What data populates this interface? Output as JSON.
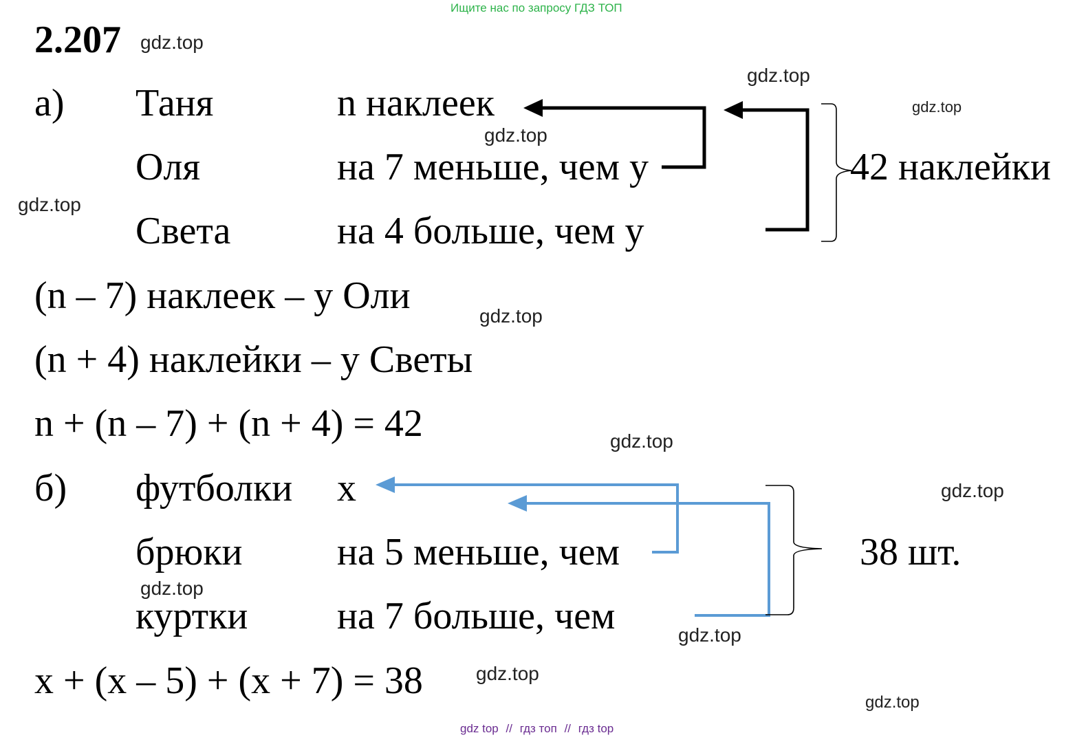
{
  "header": {
    "note": "Ищите нас по запросу ГДЗ ТОП",
    "note_color": "#2db34a"
  },
  "problem": {
    "number": "2.207"
  },
  "part_a": {
    "label": "а)",
    "rows": [
      {
        "name": "Таня",
        "text": "n наклеек"
      },
      {
        "name": "Оля",
        "text": "на 7 меньше, чем у"
      },
      {
        "name": "Света",
        "text": "на 4 больше, чем у"
      }
    ],
    "total": "42 наклейки",
    "lines": [
      "(n – 7) наклеек – у Оли",
      "(n + 4) наклейки – у Светы",
      "n + (n – 7) + (n + 4) = 42"
    ],
    "arrow_color": "#000000"
  },
  "part_b": {
    "label": "б)",
    "rows": [
      {
        "name": "футболки",
        "text": "x"
      },
      {
        "name": "брюки",
        "text": "на 5 меньше, чем"
      },
      {
        "name": "куртки",
        "text": "на 7 больше, чем"
      }
    ],
    "total": "38 шт.",
    "equation": "x + (x – 5) + (x + 7) = 38",
    "arrow_color": "#5b9bd5"
  },
  "watermarks": {
    "text": "gdz.top",
    "color": "#222222"
  },
  "footer": {
    "items": [
      "gdz top",
      "гдз топ",
      "гдз top"
    ],
    "separator": "//",
    "color": "#6a2c91"
  }
}
